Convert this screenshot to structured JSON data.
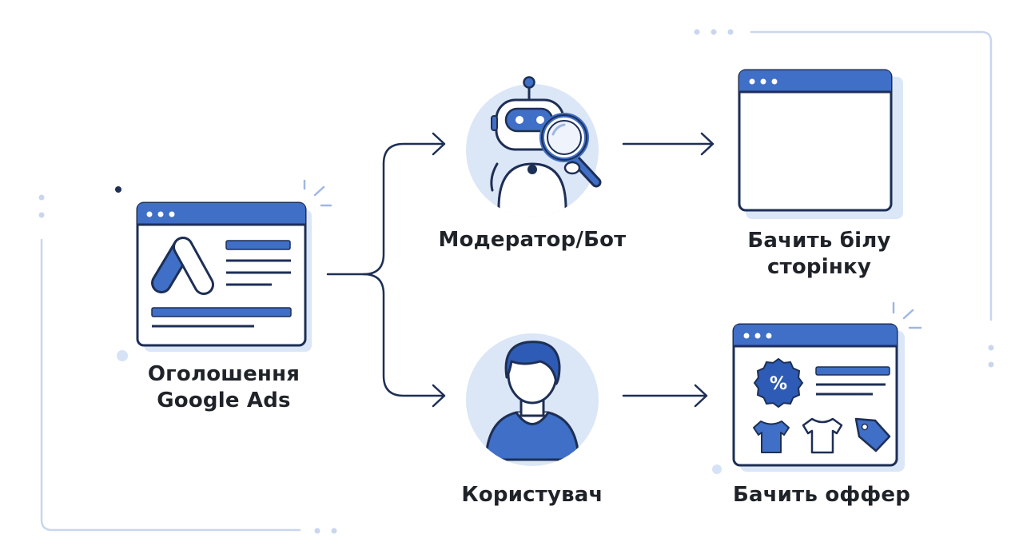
{
  "colors": {
    "navy": "#1e2f55",
    "blue": "#3f6fc6",
    "blue_dark": "#2d5bb5",
    "light_blue": "#dbe6f7",
    "pale_blue": "#e9f0fb",
    "frame": "#c3d1ea",
    "text": "#1f2329"
  },
  "nodes": {
    "ad": {
      "icon": "google-ads-window-icon",
      "label_lines": [
        "Оголошення",
        "Google Ads"
      ]
    },
    "bot": {
      "icon": "robot-with-magnifier-icon",
      "label_lines": [
        "Модератор/Бот"
      ]
    },
    "user": {
      "icon": "user-avatar-icon",
      "label_lines": [
        "Користувач"
      ]
    },
    "white_page": {
      "icon": "blank-browser-window-icon",
      "label_lines": [
        "Бачить білу",
        "сторінку"
      ]
    },
    "offer": {
      "icon": "offer-browser-window-icon",
      "label_lines": [
        "Бачить оффер"
      ]
    }
  },
  "offer_badge": "%"
}
